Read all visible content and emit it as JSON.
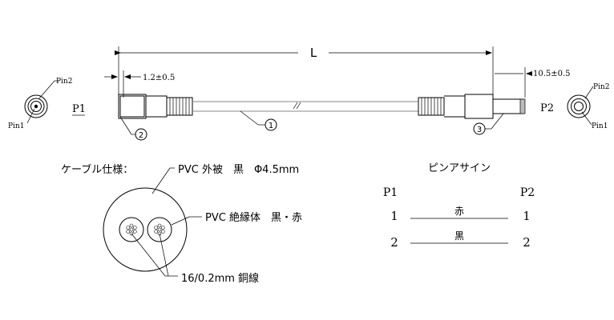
{
  "drawing": {
    "length_label": "L",
    "dim_left": "1.2±0.5",
    "dim_right": "10.5±0.5",
    "p1_label": "P1",
    "p2_label": "P2",
    "pin1_left": "Pin1",
    "pin2_left": "Pin2",
    "pin1_right": "Pin1",
    "pin2_right": "Pin2",
    "callout_1": "1",
    "callout_2": "2",
    "callout_3": "3"
  },
  "cable_spec": {
    "heading": "ケーブル仕様：",
    "sheath": "PVC 外被　黒　Φ4.5mm",
    "insulation": "PVC 絶縁体　黒・赤",
    "conductor": "16/0.2mm 銅線"
  },
  "pin_assignment": {
    "title": "ピンアサイン",
    "col_p1": "P1",
    "col_p2": "P2",
    "rows": [
      {
        "p1": "1",
        "color": "赤",
        "p2": "1"
      },
      {
        "p1": "2",
        "color": "黒",
        "p2": "2"
      }
    ]
  }
}
